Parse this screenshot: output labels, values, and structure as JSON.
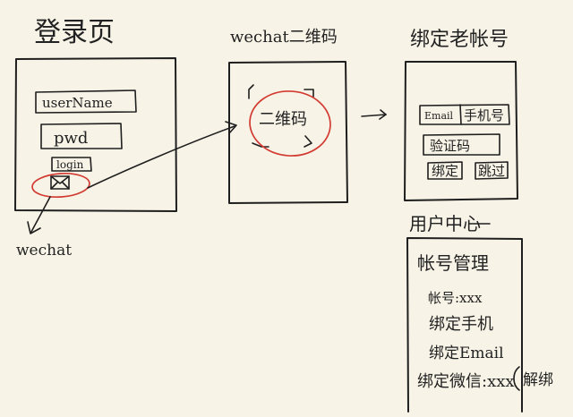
{
  "colors": {
    "ink": "#1f1f1f",
    "highlight": "#d23b32",
    "paper": "#f7f3e6"
  },
  "login": {
    "title": "登录页",
    "username_field": "userName",
    "password_field": "pwd",
    "login_button": "login",
    "wechat_icon": "mail-icon",
    "wechat_label": "wechat"
  },
  "qr": {
    "title": "wechat二维码",
    "qr_label": "二维码"
  },
  "bind": {
    "title": "绑定老帐号",
    "email_option": "Email",
    "phone_option": "手机号",
    "captcha": "验证码",
    "bind_button": "绑定",
    "skip_button": "跳过"
  },
  "user_center": {
    "title": "用户中心",
    "section_title": "帐号管理",
    "account": "帐号:xxx",
    "bind_phone": "绑定手机",
    "bind_email": "绑定Email",
    "bind_wechat": "绑定微信:xxx",
    "unbind": "解绑"
  }
}
